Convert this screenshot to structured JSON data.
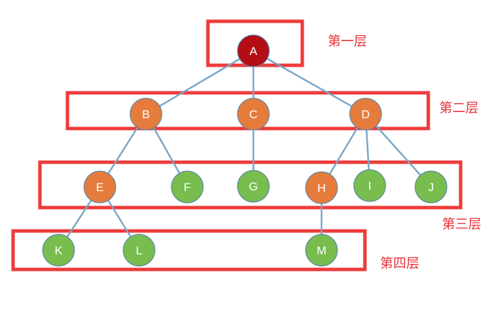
{
  "colors": {
    "root": "#b40d15",
    "internal": "#e67c3c",
    "leaf": "#78bd4e",
    "edge": "#7aa8c8",
    "frame": "#ee3b3b",
    "level_text": "#e8333a"
  },
  "levels": [
    {
      "id": "L1",
      "label": "第一层"
    },
    {
      "id": "L2",
      "label": "第二层"
    },
    {
      "id": "L3",
      "label": "第三层"
    },
    {
      "id": "L4",
      "label": "第四层"
    }
  ],
  "nodes": [
    {
      "id": "A",
      "label": "A",
      "kind": "root"
    },
    {
      "id": "B",
      "label": "B",
      "kind": "internal"
    },
    {
      "id": "C",
      "label": "C",
      "kind": "internal"
    },
    {
      "id": "D",
      "label": "D",
      "kind": "internal"
    },
    {
      "id": "E",
      "label": "E",
      "kind": "internal"
    },
    {
      "id": "F",
      "label": "F",
      "kind": "leaf"
    },
    {
      "id": "G",
      "label": "G",
      "kind": "leaf"
    },
    {
      "id": "H",
      "label": "H",
      "kind": "internal"
    },
    {
      "id": "I",
      "label": "I",
      "kind": "leaf"
    },
    {
      "id": "J",
      "label": "J",
      "kind": "leaf"
    },
    {
      "id": "K",
      "label": "K",
      "kind": "leaf"
    },
    {
      "id": "L",
      "label": "L",
      "kind": "leaf"
    },
    {
      "id": "M",
      "label": "M",
      "kind": "leaf"
    }
  ],
  "edges": [
    [
      "A",
      "B"
    ],
    [
      "A",
      "C"
    ],
    [
      "A",
      "D"
    ],
    [
      "B",
      "E"
    ],
    [
      "B",
      "F"
    ],
    [
      "C",
      "G"
    ],
    [
      "D",
      "H"
    ],
    [
      "D",
      "I"
    ],
    [
      "D",
      "J"
    ],
    [
      "E",
      "K"
    ],
    [
      "E",
      "L"
    ],
    [
      "H",
      "M"
    ]
  ]
}
